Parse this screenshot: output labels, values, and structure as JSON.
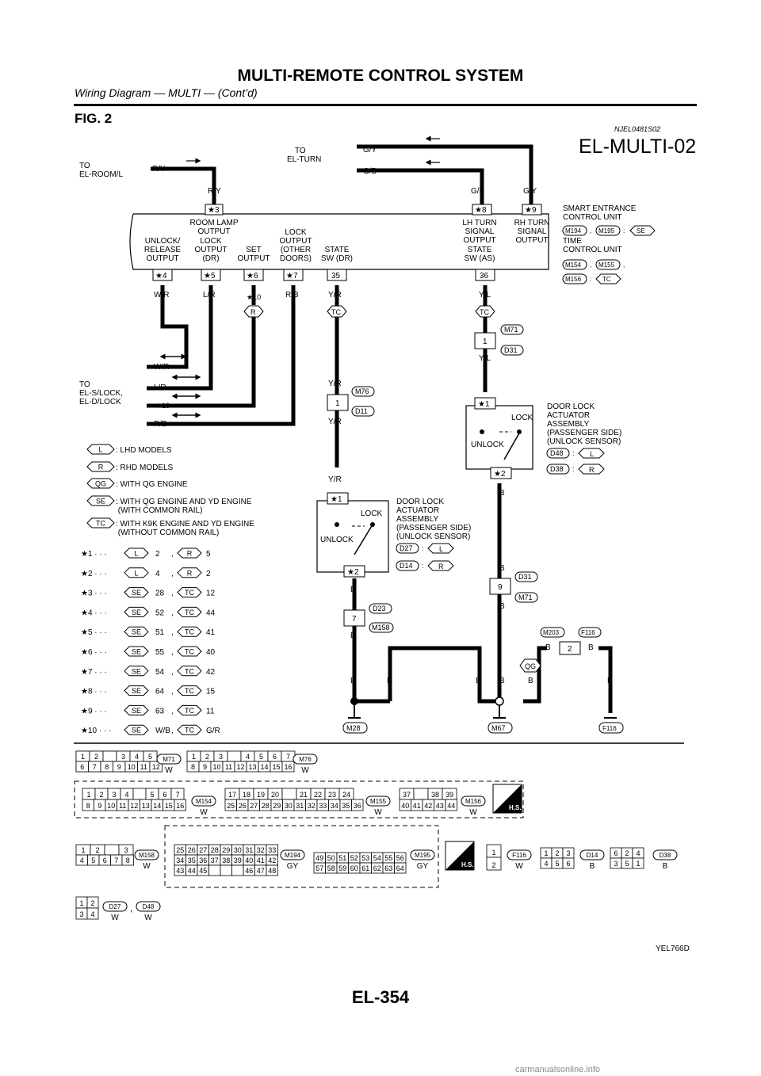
{
  "header": {
    "title": "MULTI-REMOTE CONTROL SYSTEM",
    "subtitle": "Wiring Diagram — MULTI — (Cont’d)"
  },
  "figure": {
    "label": "FIG. 2",
    "code": "NJEL0481S02",
    "diagram_id": "EL-MULTI-02",
    "ref": "YEL766D"
  },
  "targets": {
    "el_room": "TO\nEL-ROOM/L",
    "el_turn": "TO\nEL-TURN",
    "el_slock": "TO\nEL-S/LOCK,\nEL-D/LOCK"
  },
  "unit": {
    "name1": "SMART ENTRANCE\nCONTROL UNIT",
    "name2": "TIME\nCONTROL UNIT",
    "room_lamp": "ROOM LAMP\nOUTPUT",
    "lh_turn": "LH TURN\nSIGNAL\nOUTPUT",
    "rh_turn": "RH TURN\nSIGNAL\nOUTPUT",
    "unlock": "UNLOCK/\nRELEASE\nOUTPUT",
    "lock_dr": "LOCK\nOUTPUT\n(DR)",
    "set": "SET\nOUTPUT",
    "lock_other": "LOCK\nOUTPUT\n(OTHER\nDOORS)",
    "state_dr": "STATE\nSW (DR)",
    "state_as": "STATE\nSW (AS)"
  },
  "actuator": {
    "title": "DOOR LOCK\nACTUATOR\nASSEMBLY\n(PASSENGER SIDE)\n(UNLOCK SENSOR)",
    "lock": "LOCK",
    "unlock": "UNLOCK"
  },
  "legend": [
    {
      "tag": "L",
      "text": ": LHD MODELS"
    },
    {
      "tag": "R",
      "text": ": RHD MODELS"
    },
    {
      "tag": "QG",
      "text": ": WITH QG ENGINE"
    },
    {
      "tag": "SE",
      "text": ": WITH QG ENGINE AND YD ENGINE\n  (WITH COMMON RAIL)"
    },
    {
      "tag": "TC",
      "text": ": WITH K9K ENGINE AND YD ENGINE\n  (WITHOUT COMMON RAIL)"
    }
  ],
  "star_table": [
    {
      "n": "★1",
      "t1": "L",
      "v1": "2",
      "t2": "R",
      "v2": "5"
    },
    {
      "n": "★2",
      "t1": "L",
      "v1": "4",
      "t2": "R",
      "v2": "2"
    },
    {
      "n": "★3",
      "t1": "SE",
      "v1": "28",
      "t2": "TC",
      "v2": "12"
    },
    {
      "n": "★4",
      "t1": "SE",
      "v1": "52",
      "t2": "TC",
      "v2": "44"
    },
    {
      "n": "★5",
      "t1": "SE",
      "v1": "51",
      "t2": "TC",
      "v2": "41"
    },
    {
      "n": "★6",
      "t1": "SE",
      "v1": "55",
      "t2": "TC",
      "v2": "40"
    },
    {
      "n": "★7",
      "t1": "SE",
      "v1": "54",
      "t2": "TC",
      "v2": "42"
    },
    {
      "n": "★8",
      "t1": "SE",
      "v1": "64",
      "t2": "TC",
      "v2": "15"
    },
    {
      "n": "★9",
      "t1": "SE",
      "v1": "63",
      "t2": "TC",
      "v2": "11"
    },
    {
      "n": "★10",
      "t1": "SE",
      "v1": "W/B",
      "t2": "TC",
      "v2": "G/R"
    }
  ],
  "connectors": {
    "m71": {
      "name": "M71",
      "color": "W"
    },
    "m76": {
      "name": "M76",
      "color": "W"
    },
    "m154": {
      "name": "M154",
      "color": "W"
    },
    "m155": {
      "name": "M155",
      "color": "W"
    },
    "m156": {
      "name": "M156",
      "color": "W"
    },
    "m158": {
      "name": "M158",
      "color": "W"
    },
    "m194": {
      "name": "M194",
      "color": "GY"
    },
    "m195": {
      "name": "M195",
      "color": "GY"
    },
    "f116": {
      "name": "F116",
      "color": "W"
    },
    "d14": {
      "name": "D14",
      "color": "B"
    },
    "d38": {
      "name": "D38",
      "color": "B"
    },
    "d27": {
      "name": "D27",
      "color": "W"
    },
    "d48": {
      "name": "D48",
      "color": "W"
    },
    "hs": "H.S."
  },
  "page": {
    "number": "EL-354",
    "footer": "carmanualsonline.info"
  }
}
